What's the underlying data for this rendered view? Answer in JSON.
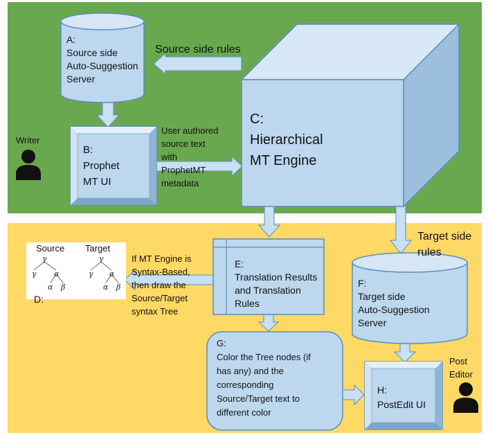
{
  "colors": {
    "green_panel": "#6aa84f",
    "yellow_panel": "#ffd966",
    "box_fill": "#bdd7ee",
    "box_stroke": "#5b8db8",
    "arrow_fill": "#c9dff2"
  },
  "nodes": {
    "a": {
      "lines": [
        "A:",
        "Source side",
        "Auto-Suggestion",
        "Server"
      ]
    },
    "b": {
      "lines": [
        "B:",
        "Prophet",
        "MT UI"
      ]
    },
    "c": {
      "lines": [
        "C:",
        "Hierarchical",
        "MT Engine"
      ]
    },
    "d": {
      "label": "D:",
      "source_label": "Source",
      "target_label": "Target",
      "tree_symbols": {
        "gamma": "γ",
        "alpha": "α",
        "beta": "β"
      }
    },
    "e": {
      "lines": [
        "E:",
        "Translation Results",
        "and Translation",
        "Rules"
      ]
    },
    "f": {
      "lines": [
        "F:",
        "Target side",
        "Auto-Suggestion",
        "Server"
      ]
    },
    "g": {
      "lines": [
        "G:",
        "Color the Tree nodes (if",
        "has any) and the",
        "corresponding",
        "Source/Target text to",
        "different color"
      ]
    },
    "h": {
      "lines": [
        "H:",
        "PostEdit UI"
      ]
    }
  },
  "labels": {
    "source_side_rules": "Source side rules",
    "user_authored": [
      "User authored",
      "source text",
      "with",
      "ProphetMT",
      "metadata"
    ],
    "target_side_rules": [
      "Target side",
      "rules"
    ],
    "syntax_note": [
      "If MT Engine is",
      "Syntax-Based,",
      "then draw the",
      "Source/Target",
      "syntax Tree"
    ]
  },
  "actors": {
    "writer": "Writer",
    "post_editor": [
      "Post",
      "Editor"
    ]
  }
}
